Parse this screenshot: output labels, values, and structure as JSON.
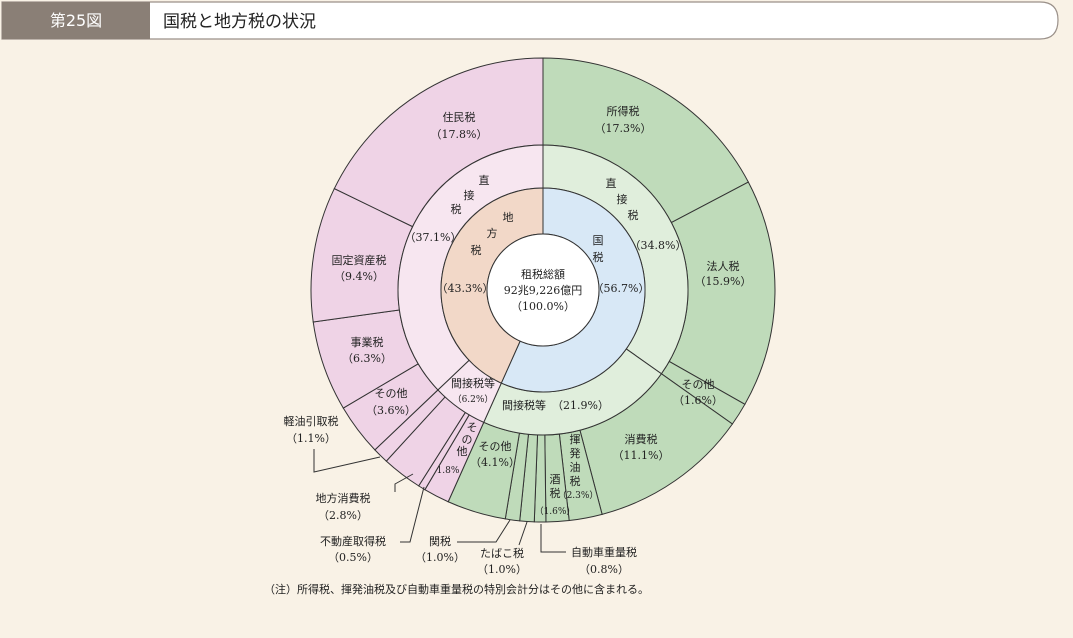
{
  "header": {
    "figure_number": "第25図",
    "title": "国税と地方税の状況"
  },
  "note": "（注）所得税、揮発油税及び自動車重量税の特別会計分はその他に含まれる。",
  "colors": {
    "national_outer": "#bfdbba",
    "national_middle": "#e0eedc",
    "national_inner": "#d8e8f6",
    "local_outer": "#efd3e6",
    "local_middle": "#f7e6f0",
    "local_inner": "#f2d8c8",
    "center": "#ffffff",
    "header_tab": "#8a7f76"
  },
  "chart_data": {
    "type": "pie",
    "center": {
      "line1": "租税総額",
      "line2": "92兆9,226億円",
      "line3": "（100.0%）"
    },
    "inner_ring": [
      {
        "name": "国税",
        "value": 56.7,
        "pct_label": "（56.7%）"
      },
      {
        "name": "地方税",
        "value": 43.3,
        "pct_label": "（43.3%）"
      }
    ],
    "middle_ring": [
      {
        "name": "直接税",
        "group": "国税",
        "value": 34.8,
        "pct_label": "（34.8%）"
      },
      {
        "name": "間接税等",
        "group": "国税",
        "value": 21.9,
        "pct_label": "（21.9%）"
      },
      {
        "name": "間接税等",
        "group": "地方税",
        "value": 6.2,
        "pct_label": "（6.2%）"
      },
      {
        "name": "直接税",
        "group": "地方税",
        "value": 37.1,
        "pct_label": "（37.1%）"
      }
    ],
    "outer_ring": [
      {
        "name": "所得税",
        "group": "国税",
        "value": 17.3,
        "pct_label": "（17.3%）"
      },
      {
        "name": "法人税",
        "group": "国税",
        "value": 15.9,
        "pct_label": "（15.9%）"
      },
      {
        "name": "その他",
        "group": "国税",
        "value": 1.6,
        "pct_label": "（1.6%）"
      },
      {
        "name": "消費税",
        "group": "国税",
        "value": 11.1,
        "pct_label": "（11.1%）"
      },
      {
        "name": "揮発油税",
        "group": "国税",
        "value": 2.3,
        "pct_label": "（2.3%）"
      },
      {
        "name": "酒税",
        "group": "国税",
        "value": 1.6,
        "pct_label": "（1.6%）"
      },
      {
        "name": "自動車重量税",
        "group": "国税",
        "value": 0.8,
        "pct_label": "（0.8%）"
      },
      {
        "name": "たばこ税",
        "group": "国税",
        "value": 1.0,
        "pct_label": "（1.0%）"
      },
      {
        "name": "関税",
        "group": "国税",
        "value": 1.0,
        "pct_label": "（1.0%）"
      },
      {
        "name": "その他",
        "group": "国税",
        "value": 4.1,
        "pct_label": "（4.1%）"
      },
      {
        "name": "その他",
        "group": "地方税",
        "value": 1.8,
        "pct_label": "1.8%"
      },
      {
        "name": "不動産取得税",
        "group": "地方税",
        "value": 0.5,
        "pct_label": "（0.5%）"
      },
      {
        "name": "地方消費税",
        "group": "地方税",
        "value": 2.8,
        "pct_label": "（2.8%）"
      },
      {
        "name": "軽油引取税",
        "group": "地方税",
        "value": 1.1,
        "pct_label": "（1.1%）"
      },
      {
        "name": "その他",
        "group": "地方税",
        "value": 3.6,
        "pct_label": "（3.6%）"
      },
      {
        "name": "事業税",
        "group": "地方税",
        "value": 6.3,
        "pct_label": "（6.3%）"
      },
      {
        "name": "固定資産税",
        "group": "地方税",
        "value": 9.4,
        "pct_label": "（9.4%）"
      },
      {
        "name": "住民税",
        "group": "地方税",
        "value": 17.8,
        "pct_label": "（17.8%）"
      }
    ]
  }
}
